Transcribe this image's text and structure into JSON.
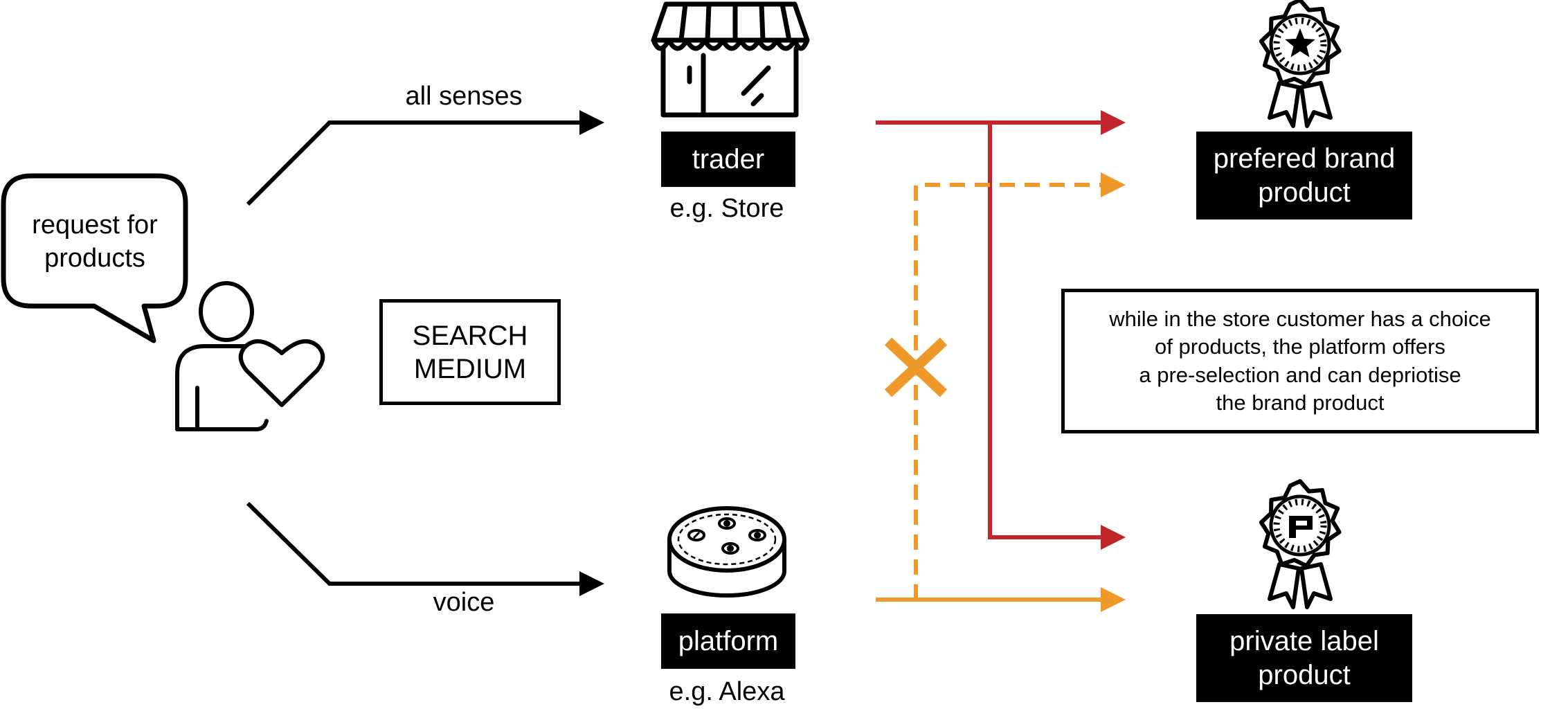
{
  "customer": {
    "bubble_text": "request for\nproducts"
  },
  "search_medium": {
    "label": "SEARCH\nMEDIUM"
  },
  "channels": {
    "top": {
      "path_label": "all senses",
      "node_label": "trader",
      "example": "e.g. Store"
    },
    "bottom": {
      "path_label": "voice",
      "node_label": "platform",
      "example": "e.g. Alexa"
    }
  },
  "products": {
    "brand": {
      "label": "prefered brand\nproduct"
    },
    "private": {
      "label": "private label\nproduct"
    }
  },
  "note": {
    "text": "while in the store customer has a choice\nof products, the platform offers\na pre-selection and can depriotise\nthe brand product"
  },
  "colors": {
    "store_path": "#c1272d",
    "platform_path": "#f0992b",
    "ink": "#000000"
  },
  "icons": {
    "customer": "person-heart-icon",
    "store": "storefront-icon",
    "speaker": "smart-speaker-icon",
    "badge_brand": "star-badge-icon",
    "badge_private": "p-badge-icon",
    "blocked": "x-mark-icon"
  }
}
